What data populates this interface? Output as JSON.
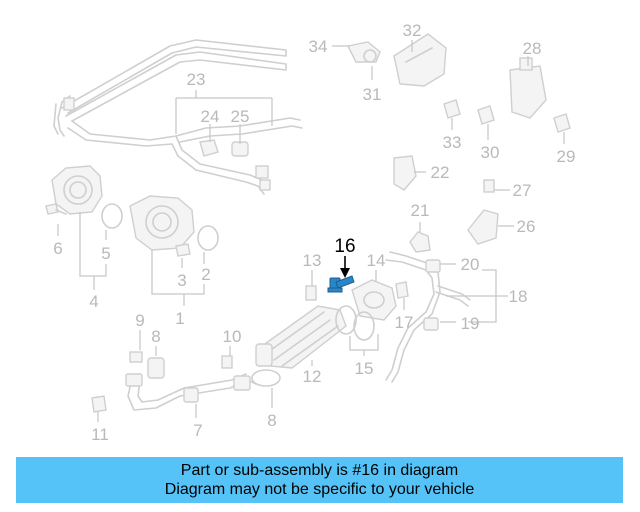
{
  "diagram": {
    "highlight_color": "#2a86c7",
    "highlighted_callout": "16",
    "callouts": [
      "1",
      "2",
      "3",
      "4",
      "5",
      "6",
      "7",
      "8",
      "8",
      "9",
      "10",
      "11",
      "12",
      "13",
      "14",
      "15",
      "16",
      "17",
      "18",
      "19",
      "20",
      "21",
      "22",
      "23",
      "24",
      "25",
      "26",
      "27",
      "28",
      "29",
      "30",
      "31",
      "32",
      "33",
      "34"
    ]
  },
  "banner": {
    "background": "#55c3f7",
    "line1": "Part or sub-assembly is #16 in diagram",
    "line2": "Diagram may not be specific to your vehicle"
  }
}
